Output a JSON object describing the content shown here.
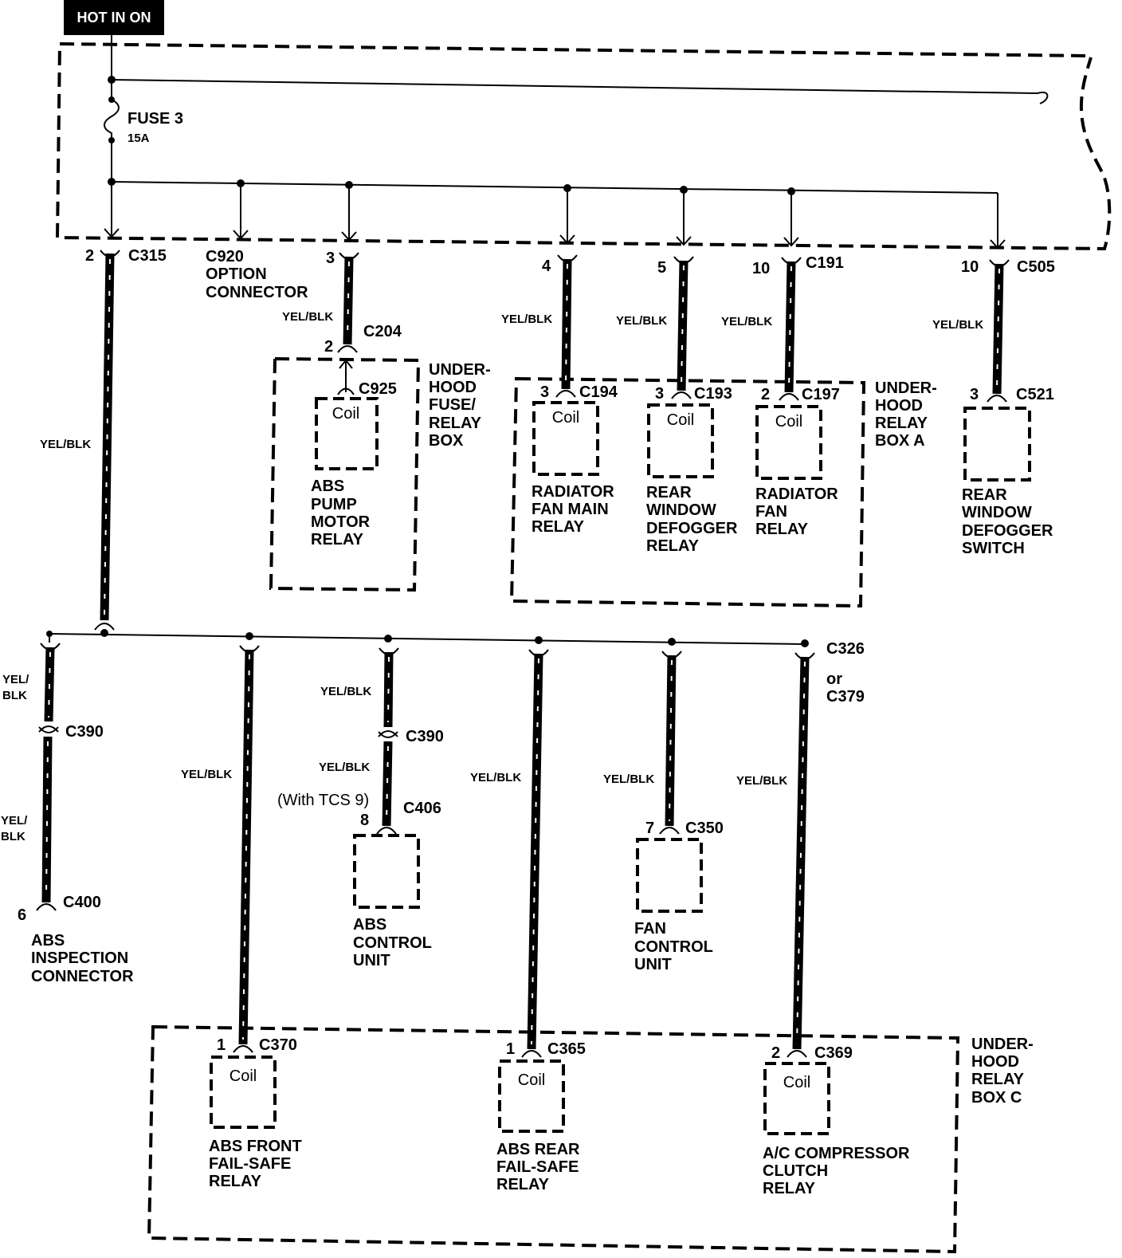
{
  "header": {
    "badge": "HOT IN ON"
  },
  "fuse": {
    "name": "FUSE 3",
    "rating": "15A"
  },
  "wire_color": "YEL/BLK",
  "wire_color_stack": [
    "YEL/",
    "BLK"
  ],
  "coil_label": "Coil",
  "upper": {
    "c315": {
      "pin": "2",
      "connector": "C315"
    },
    "c920": {
      "name_lines": [
        "C920",
        "OPTION",
        "CONNECTOR"
      ]
    },
    "abs_pump": {
      "pin_top": "3",
      "c204": "C204",
      "pin_c204": "2",
      "c925": "C925",
      "name_lines": [
        "ABS",
        "PUMP",
        "MOTOR",
        "RELAY"
      ]
    },
    "fuse_relay_box": {
      "name_lines": [
        "UNDER-",
        "HOOD",
        "FUSE/",
        "RELAY",
        "BOX"
      ]
    },
    "rad_main": {
      "pin_top": "4",
      "pin": "3",
      "connector": "C194",
      "name_lines": [
        "RADIATOR",
        "FAN MAIN",
        "RELAY"
      ]
    },
    "rear_defog_relay": {
      "pin_top": "5",
      "pin": "3",
      "connector": "C193",
      "name_lines": [
        "REAR",
        "WINDOW",
        "DEFOGGER",
        "RELAY"
      ]
    },
    "rad_fan": {
      "pin_top": "10",
      "top_connector": "C191",
      "pin": "2",
      "connector": "C197",
      "name_lines": [
        "RADIATOR",
        "FAN",
        "RELAY"
      ]
    },
    "relay_box_a": {
      "name_lines": [
        "UNDER-",
        "HOOD",
        "RELAY",
        "BOX A"
      ]
    },
    "rear_defog_switch": {
      "pin_top": "10",
      "top_connector": "C505",
      "pin": "3",
      "connector": "C521",
      "name_lines": [
        "REAR",
        "WINDOW",
        "DEFOGGER",
        "SWITCH"
      ]
    }
  },
  "lower": {
    "splice": {
      "lines": [
        "C326",
        "or",
        "C379"
      ]
    },
    "abs_inspection": {
      "inline": "C390",
      "pin": "6",
      "connector": "C400",
      "name_lines": [
        "ABS",
        "INSPECTION",
        "CONNECTOR"
      ]
    },
    "abs_control": {
      "inline": "C390",
      "note": "(With TCS 9)",
      "pin": "8",
      "connector": "C406",
      "name_lines": [
        "ABS",
        "CONTROL",
        "UNIT"
      ]
    },
    "fan_control": {
      "pin": "7",
      "connector": "C350",
      "name_lines": [
        "FAN",
        "CONTROL",
        "UNIT"
      ]
    },
    "abs_front": {
      "pin": "1",
      "connector": "C370",
      "name_lines": [
        "ABS FRONT",
        "FAIL-SAFE",
        "RELAY"
      ]
    },
    "abs_rear": {
      "pin": "1",
      "connector": "C365",
      "name_lines": [
        "ABS REAR",
        "FAIL-SAFE",
        "RELAY"
      ]
    },
    "ac_clutch": {
      "pin": "2",
      "connector": "C369",
      "name_lines": [
        "A/C COMPRESSOR",
        "CLUTCH",
        "RELAY"
      ]
    },
    "relay_box_c": {
      "name_lines": [
        "UNDER-",
        "HOOD",
        "RELAY",
        "BOX C"
      ]
    }
  }
}
